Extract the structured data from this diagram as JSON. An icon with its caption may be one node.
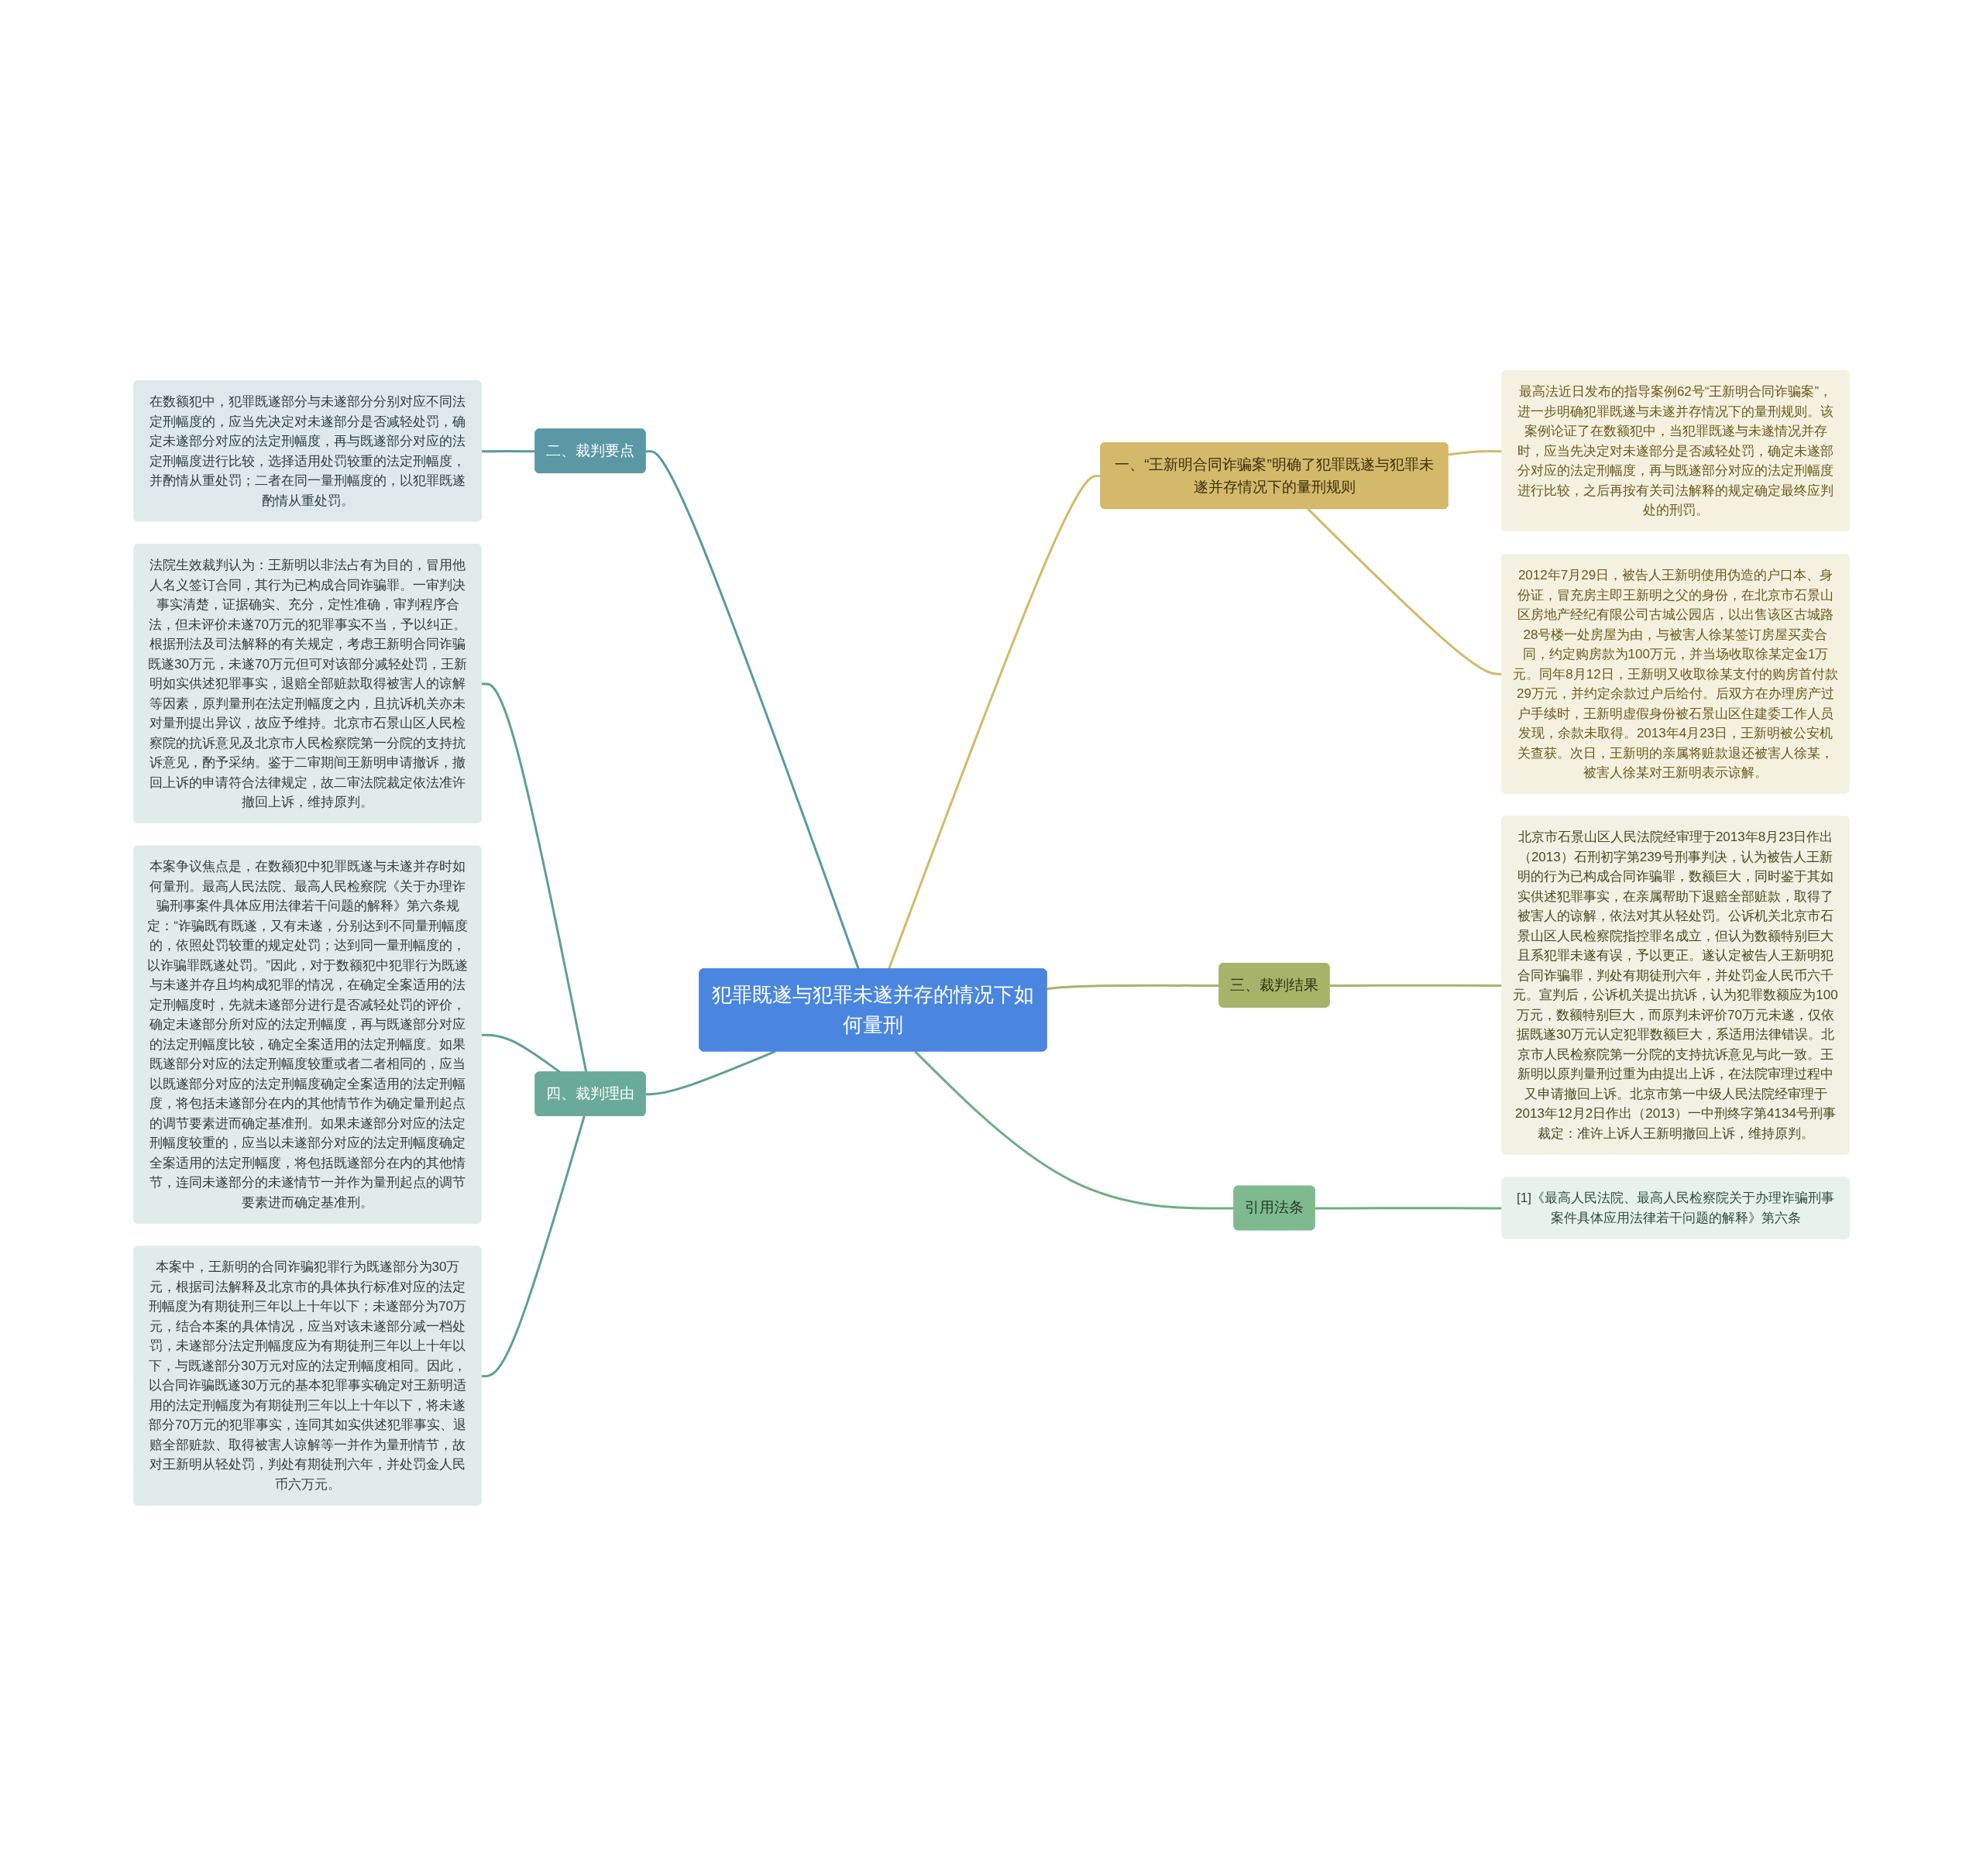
{
  "diagram": {
    "nodes": [
      {
        "text": [
          "犯罪既遂与犯罪未遂并存的情况下如何量刑"
        ]
      },
      {
        "text": [
          "一、“王新明合同诈骗案”明确了犯罪既遂与犯罪未遂并存情况下的量刑规则"
        ]
      },
      {
        "text": [
          "最高法近日发布的指导案例62号“王新明合同诈骗案”，进一步明确犯罪既遂与未遂并存情况下的量刑规则。该案例论证了在数额犯中，当犯罪既遂与未遂情况并存时，应当先决定对未遂部分是否减轻处罚，确定未遂部分对应的法定刑幅度，再与既遂部分对应的法定刑幅度进行比较，之后再按有关司法解释的规定确定最终应判处的刑罚。"
        ]
      },
      {
        "text": [
          "2012年7月29日，被告人王新明使用伪造的户口本、身份证，冒充房主即王新明之父的身份，在北京市石景山区房地产经纪有限公司古城公园店，以出售该区古城路28号楼一处房屋为由，与被害人徐某签订房屋买卖合同，约定购房款为100万元，并当场收取徐某定金1万元。同年8月12日，王新明又收取徐某支付的购房首付款29万元，并约定余款过户后给付。后双方在办理房产过户手续时，王新明虚假身份被石景山区住建委工作人员发现，余款未取得。2013年4月23日，王新明被公安机关查获。次日，王新明的亲属将赃款退还被害人徐某，被害人徐某对王新明表示谅解。"
        ]
      },
      {
        "text": [
          "三、裁判结果"
        ]
      },
      {
        "text": [
          "北京市石景山区人民法院经审理于2013年8月23日作出（2013）石刑初字第239号刑事判决，认为被告人王新明的行为已构成合同诈骗罪，数额巨大，同时鉴于其如实供述犯罪事实，在亲属帮助下退赔全部赃款，取得了被害人的谅解，依法对其从轻处罚。公诉机关北京市石景山区人民检察院指控罪名成立，但认为数额特别巨大且系犯罪未遂有误，予以更正。遂认定被告人王新明犯合同诈骗罪，判处有期徒刑六年，并处罚金人民币六千元。宣判后，公诉机关提出抗诉，认为犯罪数额应为100万元，数额特别巨大，而原判未评价70万元未遂，仅依据既遂30万元认定犯罪数额巨大，系适用法律错误。北京市人民检察院第一分院的支持抗诉意见与此一致。王新明以原判量刑过重为由提出上诉，在法院审理过程中又申请撤回上诉。北京市第一中级人民法院经审理于2013年12月2日作出（2013）一中刑终字第4134号刑事裁定：准许上诉人王新明撤回上诉，维持原判。"
        ]
      },
      {
        "text": [
          "引用法条"
        ]
      },
      {
        "text": [
          "[1]《最高人民法院、最高人民检察院关于办理诈骗刑事案件具体应用法律若干问题的解释》第六条"
        ]
      },
      {
        "text": [
          "二、裁判要点"
        ]
      },
      {
        "text": [
          "在数额犯中，犯罪既遂部分与未遂部分分别对应不同法定刑幅度的，应当先决定对未遂部分是否减轻处罚，确定未遂部分对应的法定刑幅度，再与既遂部分对应的法定刑幅度进行比较，选择适用处罚较重的法定刑幅度，并酌情从重处罚；二者在同一量刑幅度的，以犯罪既遂酌情从重处罚。"
        ]
      },
      {
        "text": [
          "四、裁判理由"
        ]
      },
      {
        "text": [
          "法院生效裁判认为：王新明以非法占有为目的，冒用他人名义签订合同，其行为已构成合同诈骗罪。一审判决事实清楚，证据确实、充分，定性准确，审判程序合法，但未评价未遂70万元的犯罪事实不当，予以纠正。根据刑法及司法解释的有关规定，考虑王新明合同诈骗既遂30万元，未遂70万元但可对该部分减轻处罚，王新明如实供述犯罪事实，退赔全部赃款取得被害人的谅解等因素，原判量刑在法定刑幅度之内，且抗诉机关亦未对量刑提出异议，故应予维持。北京市石景山区人民检察院的抗诉意见及北京市人民检察院第一分院的支持抗诉意见，酌予采纳。鉴于二审期间王新明申请撤诉，撤回上诉的申请符合法律规定，故二审法院裁定依法准许撤回上诉，维持原判。"
        ]
      },
      {
        "text": [
          "本案争议焦点是，在数额犯中犯罪既遂与未遂并存时如何量刑。最高人民法院、最高人民检察院《关于办理诈骗刑事案件具体应用法律若干问题的解释》第六条规定：“诈骗既有既遂，又有未遂，分别达到不同量刑幅度的，依照处罚较重的规定处罚；达到同一量刑幅度的，以诈骗罪既遂处罚。”因此，对于数额犯中犯罪行为既遂与未遂并存且均构成犯罪的情况，在确定全案适用的法定刑幅度时，先就未遂部分进行是否减轻处罚的评价，确定未遂部分所对应的法定刑幅度，再与既遂部分对应的法定刑幅度比较，确定全案适用的法定刑幅度。如果既遂部分对应的法定刑幅度较重或者二者相同的，应当以既遂部分对应的法定刑幅度确定全案适用的法定刑幅度，将包括未遂部分在内的其他情节作为确定量刑起点的调节要素进而确定基准刑。如果未遂部分对应的法定刑幅度较重的，应当以未遂部分对应的法定刑幅度确定全案适用的法定刑幅度，将包括既遂部分在内的其他情节，连同未遂部分的未遂情节一并作为量刑起点的调节要素进而确定基准刑。"
        ]
      },
      {
        "text": [
          "本案中，王新明的合同诈骗犯罪行为既遂部分为30万元，根据司法解释及北京市的具体执行标准对应的法定刑幅度为有期徒刑三年以上十年以下；未遂部分为70万元，结合本案的具体情况，应当对该未遂部分减一档处罚，未遂部分法定刑幅度应为有期徒刑三年以上十年以下，与既遂部分30万元对应的法定刑幅度相同。因此，以合同诈骗既遂30万元的基本犯罪事实确定对王新明适用的法定刑幅度为有期徒刑三年以上十年以下，将未遂部分70万元的犯罪事实，连同其如实供述犯罪事实、退赔全部赃款、取得被害人谅解等一并作为量刑情节，故对王新明从轻处罚，判处有期徒刑六年，并处罚金人民币六万元。"
        ]
      }
    ],
    "edges": [
      {
        "from": 0,
        "to": 1,
        "arrow": "none",
        "color": "#d4b96a"
      },
      {
        "from": 1,
        "to": 2,
        "arrow": "none",
        "color": "#d4b96a"
      },
      {
        "from": 1,
        "to": 3,
        "arrow": "none",
        "color": "#d4b96a"
      },
      {
        "from": 0,
        "to": 4,
        "arrow": "none",
        "color": "#a8b36a"
      },
      {
        "from": 4,
        "to": 5,
        "arrow": "none",
        "color": "#a8b36a"
      },
      {
        "from": 0,
        "to": 6,
        "arrow": "none",
        "color": "#6fae86"
      },
      {
        "from": 6,
        "to": 7,
        "arrow": "none",
        "color": "#6fae86"
      },
      {
        "from": 8,
        "to": 0,
        "arrow": "none",
        "color": "#5a98a6"
      },
      {
        "from": 9,
        "to": 8,
        "arrow": "none",
        "color": "#5a98a6"
      },
      {
        "from": 10,
        "to": 0,
        "arrow": "none",
        "color": "#5f9f94"
      },
      {
        "from": 11,
        "to": 10,
        "arrow": "none",
        "color": "#5f9f94"
      },
      {
        "from": 12,
        "to": 10,
        "arrow": "none",
        "color": "#5f9f94"
      },
      {
        "from": 13,
        "to": 10,
        "arrow": "none",
        "color": "#5f9f94"
      }
    ]
  }
}
